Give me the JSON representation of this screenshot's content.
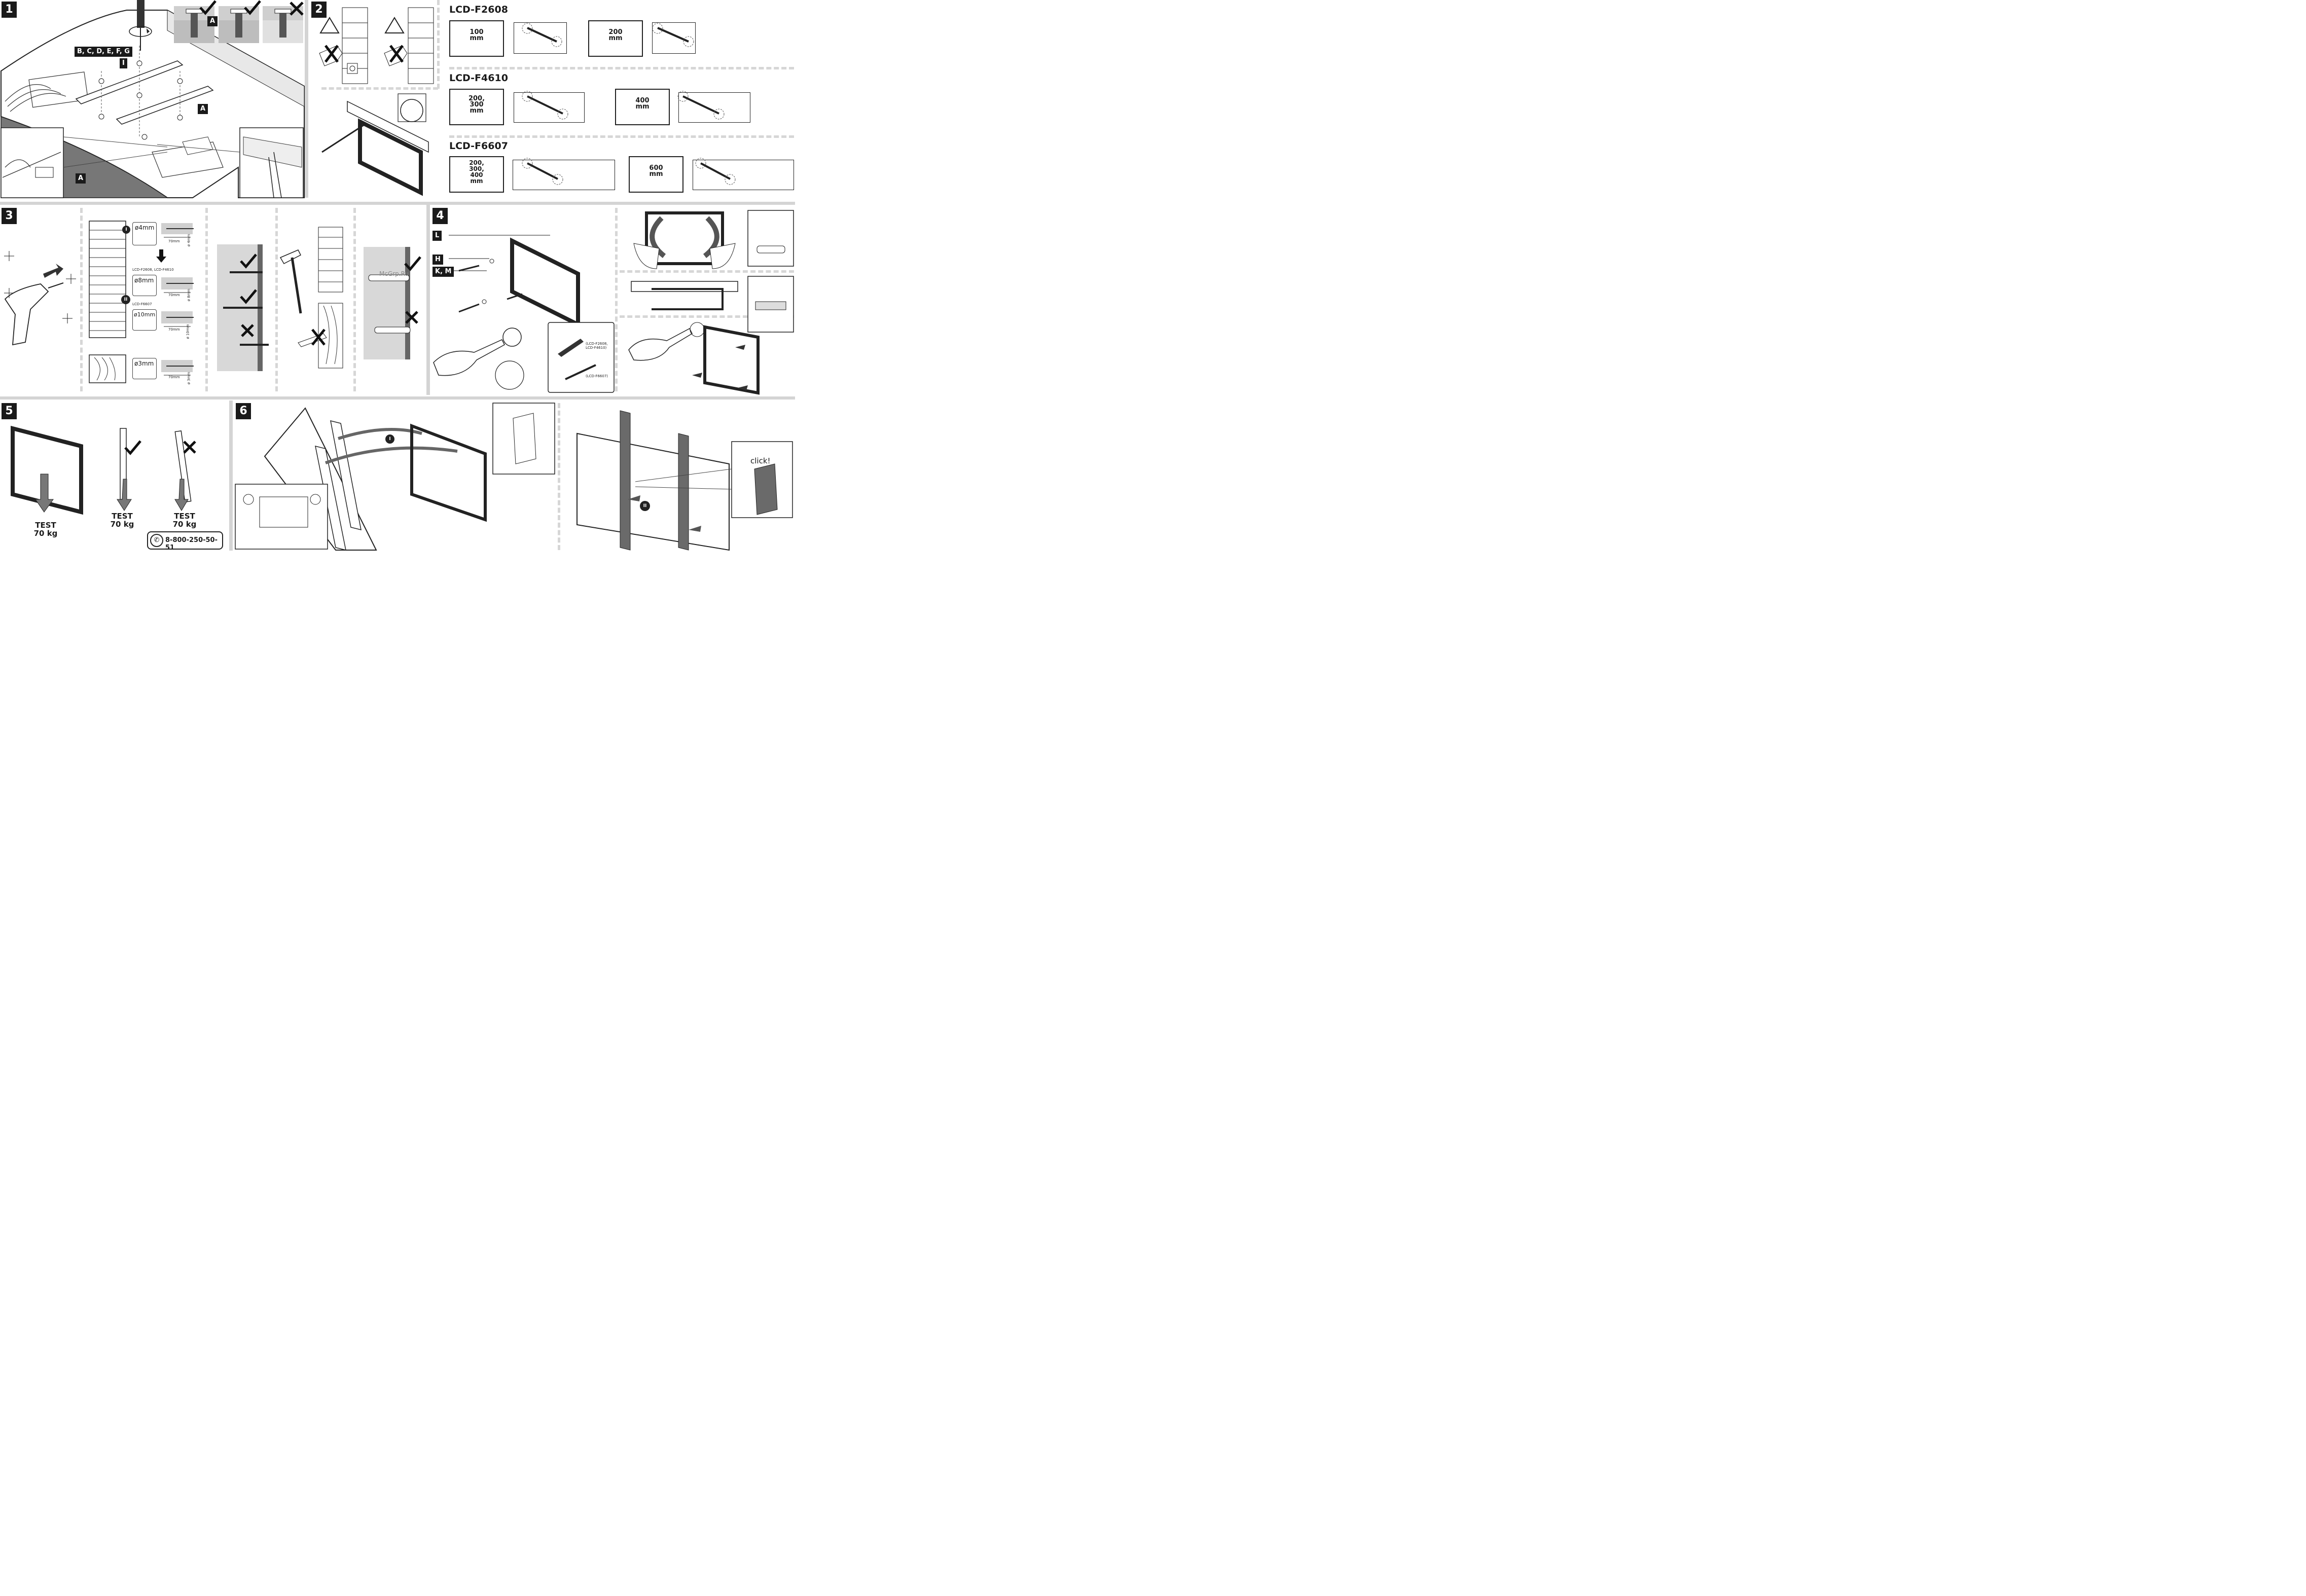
{
  "steps": [
    "1",
    "2",
    "3",
    "4",
    "5",
    "6"
  ],
  "panel1": {
    "labels": {
      "bolts": "B, C, D, E, F, G",
      "i": "I",
      "a": "A"
    }
  },
  "panel2": {
    "models": [
      {
        "name": "LCD-F2608",
        "sizes": [
          "100\nmm",
          "200\nmm"
        ]
      },
      {
        "name": "LCD-F4610",
        "sizes": [
          "200,\n300\nmm",
          "400\nmm"
        ]
      },
      {
        "name": "LCD-F6607",
        "sizes": [
          "200,\n300,\n400\nmm",
          "600\nmm"
        ]
      }
    ]
  },
  "panel3": {
    "holes": [
      "I",
      "II"
    ],
    "drills": [
      "ø4mm",
      "ø8mm",
      "ø10mm",
      "ø3mm"
    ],
    "depth": "70mm",
    "dia_labels": [
      "ø 4mm",
      "ø 8mm",
      "ø 10mm",
      "ø 3mm"
    ],
    "note_mid": "LCD-F2608, LCD-F4610",
    "note_low": "LCD-F6607",
    "watermark": "McGrp.Ru"
  },
  "panel4": {
    "labels": [
      "L",
      "H",
      "K, M"
    ],
    "tool_notes": [
      "(LCD-F2608,\nLCD-F4610)",
      "(LCD-F6607)"
    ]
  },
  "panel5": {
    "test_lines": [
      "TEST",
      "70 kg"
    ],
    "phone": "8-800-250-50-51"
  },
  "panel6": {
    "markers": [
      "I",
      "II"
    ],
    "click": "click!"
  },
  "colors": {
    "ink": "#1a1a1a",
    "wall": "#d8d8d8",
    "divider": "#d4d4d4"
  }
}
